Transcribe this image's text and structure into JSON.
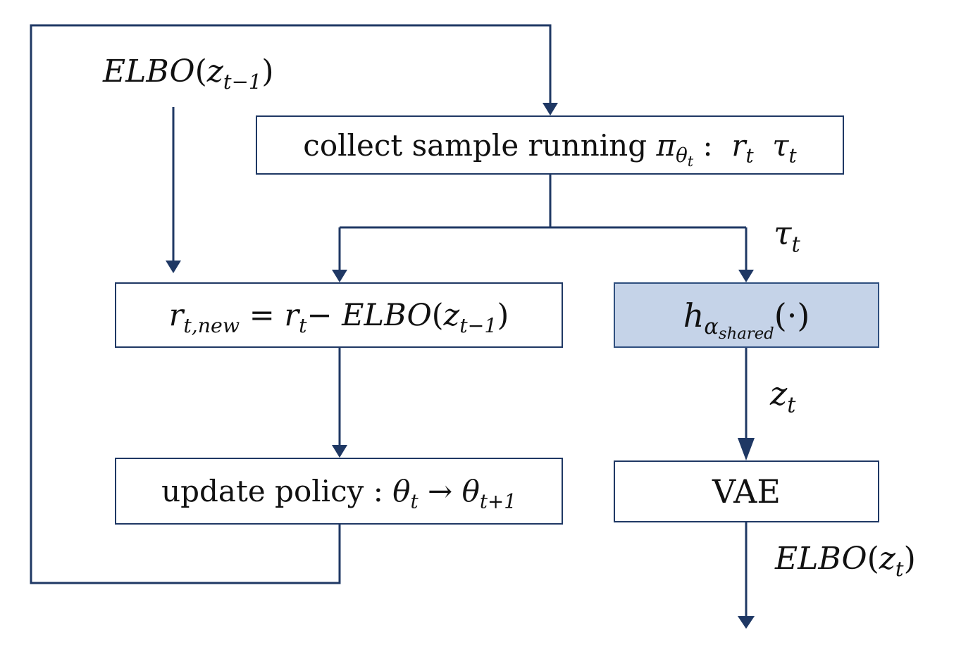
{
  "nodes": {
    "collect": {
      "text": "collect sample running",
      "pi": "π",
      "pi_sub": "θ",
      "pi_subsub": "t",
      "sep": ":",
      "r": "r",
      "r_sub": "t",
      "tau": "τ",
      "tau_sub": "t"
    },
    "reward": {
      "r": "r",
      "r_sub": "t,new",
      "eq": "=",
      "r2": "r",
      "r2_sub": "t",
      "minus": "−",
      "elbo": "ELBO",
      "open": "(",
      "z": "z",
      "z_sub": "t−1",
      "close": ")"
    },
    "encoder": {
      "h": "h",
      "alpha": "α",
      "alpha_sub": "shared",
      "arg": "(·)"
    },
    "update": {
      "text": "update policy",
      "sep": ":",
      "theta": "θ",
      "theta_sub": "t",
      "arrow": "→",
      "theta2": "θ",
      "theta2_sub": "t+1"
    },
    "vae": {
      "text": "VAE"
    }
  },
  "labels": {
    "elbo_prev": {
      "elbo": "ELBO",
      "open": "(",
      "z": "z",
      "z_sub": "t−1",
      "close": ")"
    },
    "tau": {
      "tau": "τ",
      "tau_sub": "t"
    },
    "z": {
      "z": "z",
      "z_sub": "t"
    },
    "elbo_out": {
      "elbo": "ELBO",
      "open": "(",
      "z": "z",
      "z_sub": "t",
      "close": ")"
    }
  },
  "colors": {
    "line": "#1f3864",
    "encoder_fill": "#c5d3e8",
    "box_border": "#1f3864"
  }
}
